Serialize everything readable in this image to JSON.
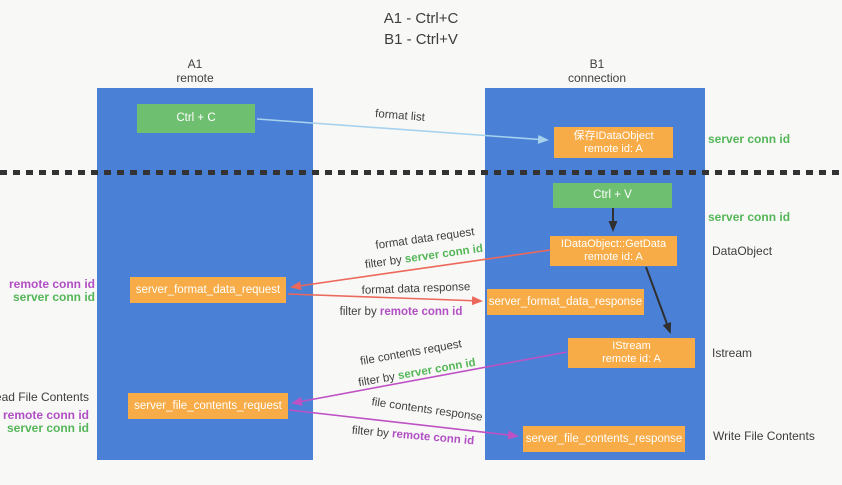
{
  "title": {
    "line1": "A1 - Ctrl+C",
    "line2": "B1 - Ctrl+V"
  },
  "lanes": {
    "a": {
      "id": "A1",
      "subtitle": "remote"
    },
    "b": {
      "id": "B1",
      "subtitle": "connection"
    }
  },
  "nodes": {
    "ctrl_c": {
      "label": "Ctrl + C"
    },
    "save_idataobject": {
      "line1": "保存IDataObject",
      "line2": "remote id: A"
    },
    "ctrl_v": {
      "label": "Ctrl + V"
    },
    "getdata": {
      "line1": "IDataObject::GetData",
      "line2": "remote id: A"
    },
    "format_request": {
      "label": "server_format_data_request"
    },
    "format_response": {
      "label": "server_format_data_response"
    },
    "istream": {
      "line1": "IStream",
      "line2": "remote id: A"
    },
    "file_request": {
      "label": "server_file_contents_request"
    },
    "file_response": {
      "label": "server_file_contents_response"
    }
  },
  "annotations": {
    "server_conn_id_top": "server conn id",
    "server_conn_id_mid": "server conn id",
    "dataobject": "DataObject",
    "istream": "Istream",
    "write_file_contents": "Write File Contents",
    "read_file_contents": "Read File Contents",
    "left_format": {
      "remote": "remote conn id",
      "server": "server conn id"
    },
    "left_file": {
      "remote": "remote conn id",
      "server": "server conn id"
    }
  },
  "arrow_labels": {
    "format_list": "format list",
    "format_data_request": "format data request",
    "format_data_response": "format data response",
    "file_contents_request": "file contents request",
    "file_contents_response": "file contents response",
    "filter_prefix": "filter by",
    "filter_server": "server conn id",
    "filter_remote": "remote conn id"
  },
  "colors": {
    "lane_blue": "#4a80d6",
    "box_green": "#6fbf70",
    "box_orange": "#f8ac47",
    "arrow_red": "#ec685a",
    "arrow_magenta": "#be52c5",
    "arrow_lightblue": "#a6d2ee",
    "arrow_black": "#303030",
    "text_green": "#55b658",
    "text_purple": "#b14fc3",
    "text_dark": "#3d3d3d"
  }
}
